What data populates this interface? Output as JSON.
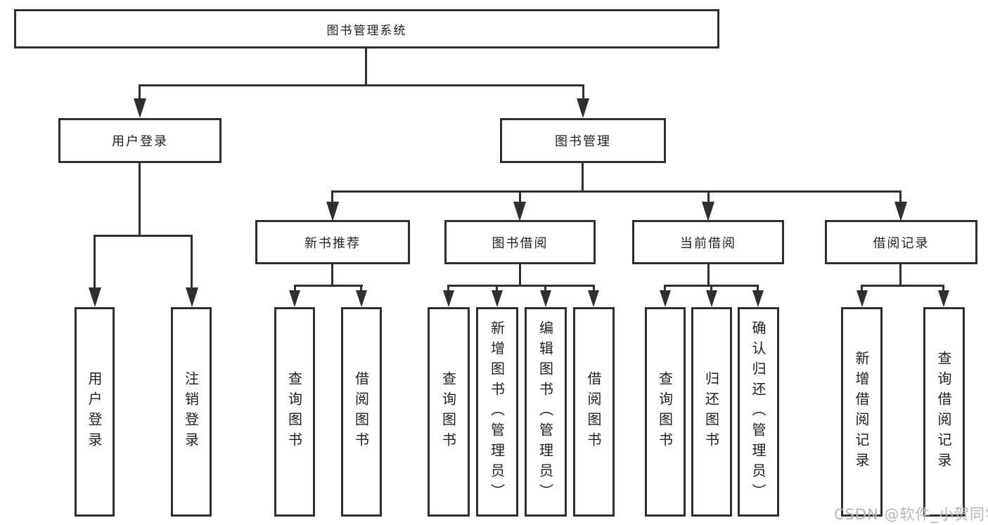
{
  "tree": {
    "root": "图书管理系统",
    "user_login": {
      "label": "用户登录",
      "children": [
        "用户登录",
        "注销登录"
      ]
    },
    "book_mgmt": {
      "label": "图书管理",
      "groups": [
        {
          "label": "新书推荐",
          "children": [
            "查询图书",
            "借阅图书"
          ]
        },
        {
          "label": "图书借阅",
          "children": [
            "查询图书",
            "新增图书（管理员）",
            "编辑图书（管理员）",
            "借阅图书"
          ]
        },
        {
          "label": "当前借阅",
          "children": [
            "查询图书",
            "归还图书",
            "确认归还（管理员）"
          ]
        },
        {
          "label": "借阅记录",
          "children": [
            "新增借阅记录",
            "查询借阅记录"
          ]
        }
      ]
    }
  },
  "watermark": "CSDN @软件_小贺同学",
  "colors": {
    "line": "#2f2f2f",
    "text": "#1f1f1f",
    "box_background": "#ffffff",
    "page_background": "#ffffff",
    "watermark": "#b5b5b5"
  }
}
